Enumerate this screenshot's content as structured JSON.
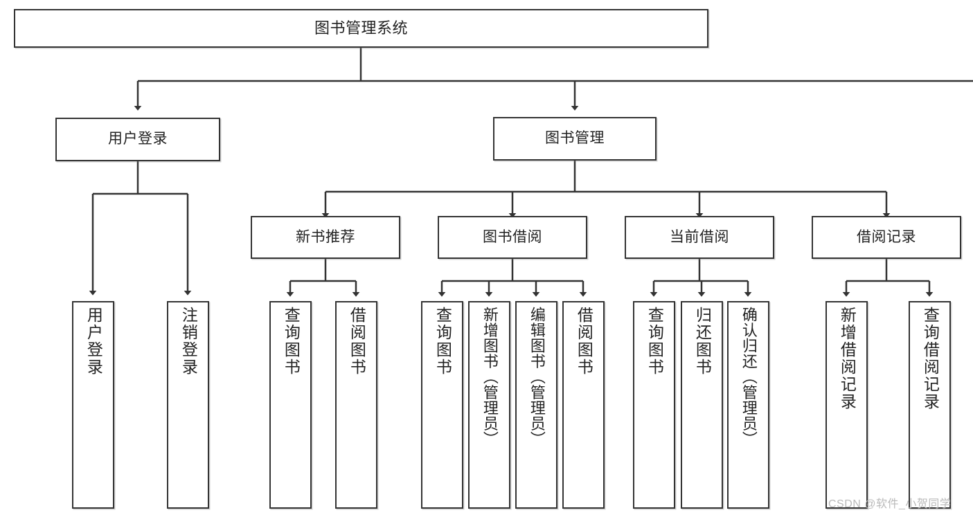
{
  "diagram": {
    "type": "tree-hierarchy-chart",
    "title": "图书管理系统",
    "watermark": "CSDN @软件_小贺同学",
    "colors": {
      "stroke": "#333333",
      "fill": "#ffffff",
      "text": "#222222",
      "watermark": "#b9b9b9"
    },
    "nodes": {
      "root": {
        "label": "图书管理系统"
      },
      "level1": [
        {
          "id": "user-login",
          "label": "用户登录"
        },
        {
          "id": "book-manage",
          "label": "图书管理"
        }
      ],
      "level2": [
        {
          "id": "new-book-recommend",
          "label": "新书推荐"
        },
        {
          "id": "book-borrow",
          "label": "图书借阅"
        },
        {
          "id": "current-borrow",
          "label": "当前借阅"
        },
        {
          "id": "borrow-record",
          "label": "借阅记录"
        }
      ],
      "leaves": {
        "user-login": [
          {
            "id": "leaf-user-login",
            "label": "用户登录"
          },
          {
            "id": "leaf-logout-login",
            "label": "注销登录"
          }
        ],
        "new-book-recommend": [
          {
            "id": "leaf-query-book-1",
            "label": "查询图书"
          },
          {
            "id": "leaf-borrow-book-1",
            "label": "借阅图书"
          }
        ],
        "book-borrow": [
          {
            "id": "leaf-query-book-2",
            "label": "查询图书"
          },
          {
            "id": "leaf-add-book-admin",
            "label": "新增图书（管理员）"
          },
          {
            "id": "leaf-edit-book-admin",
            "label": "编辑图书（管理员）"
          },
          {
            "id": "leaf-borrow-book-2",
            "label": "借阅图书"
          }
        ],
        "current-borrow": [
          {
            "id": "leaf-query-book-3",
            "label": "查询图书"
          },
          {
            "id": "leaf-return-book",
            "label": "归还图书"
          },
          {
            "id": "leaf-confirm-return-admin",
            "label": "确认归还（管理员）"
          }
        ],
        "borrow-record": [
          {
            "id": "leaf-add-borrow-record",
            "label": "新增借阅记录"
          },
          {
            "id": "leaf-query-borrow-record",
            "label": "查询借阅记录"
          }
        ]
      }
    }
  }
}
